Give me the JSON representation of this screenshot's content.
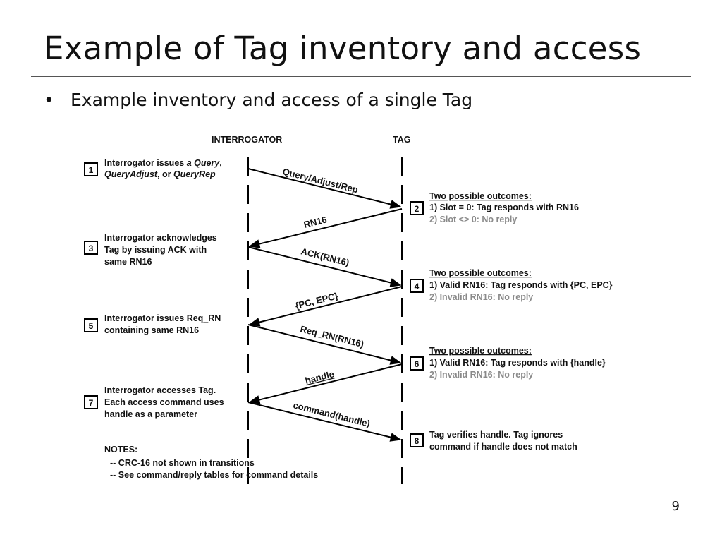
{
  "slide": {
    "title": "Example of Tag inventory and access",
    "bullet": "Example inventory and access of a single Tag",
    "page_number": "9"
  },
  "diagram": {
    "headers": {
      "left": "INTERROGATOR",
      "right": "TAG"
    },
    "messages": [
      "Query/Adjust/Rep",
      "RN16",
      "ACK(RN16)",
      "{PC, EPC}",
      "Req_RN(RN16)",
      "handle",
      "command(handle)"
    ],
    "steps": [
      {
        "number": "1",
        "lines": [
          [
            "Interrogator issues ",
            "a Query",
            ","
          ],
          [
            "QueryAdjust",
            ", or ",
            "QueryRep"
          ]
        ]
      },
      {
        "number": "2",
        "heading": "Two possible outcomes:",
        "lines": [
          "1) Slot = 0: Tag responds with RN16"
        ],
        "grey_line": "2) Slot <> 0: No reply"
      },
      {
        "number": "3",
        "lines": [
          "Interrogator acknowledges",
          "Tag by issuing ACK with",
          "same RN16"
        ]
      },
      {
        "number": "4",
        "heading": "Two possible outcomes:",
        "lines": [
          "1) Valid RN16: Tag responds with {PC, EPC}"
        ],
        "grey_line": "2) Invalid RN16: No reply"
      },
      {
        "number": "5",
        "lines": [
          "Interrogator issues Req_RN",
          "containing same RN16"
        ]
      },
      {
        "number": "6",
        "heading": "Two possible outcomes:",
        "lines": [
          "1) Valid RN16: Tag responds with {handle}"
        ],
        "grey_line": "2) Invalid RN16: No reply"
      },
      {
        "number": "7",
        "lines": [
          "Interrogator accesses Tag.",
          "Each access command uses",
          "handle as a parameter"
        ]
      },
      {
        "number": "8",
        "lines": [
          "Tag verifies handle. Tag ignores",
          "command if handle does not match"
        ]
      }
    ],
    "notes": {
      "heading": "NOTES:",
      "items": [
        "-- CRC-16 not shown in transitions",
        "-- See command/reply tables for command details"
      ]
    }
  }
}
